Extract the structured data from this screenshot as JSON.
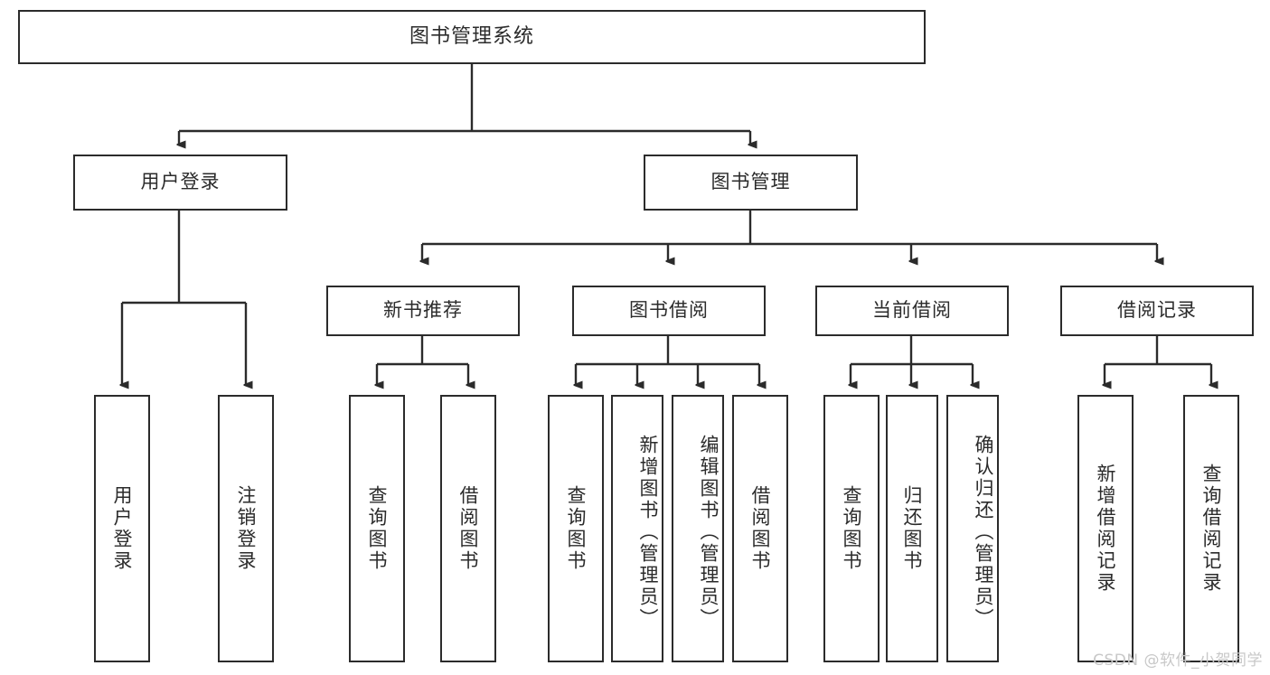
{
  "diagram": {
    "title": "图书管理系统",
    "type": "tree",
    "theme": {
      "background": "#ffffff",
      "node_fill": "#ffffff",
      "node_border": "#2b2b2b",
      "edge_color": "#2b2b2b",
      "text_color": "#2b2b2b",
      "watermark_color": "#c8c8c8"
    },
    "watermark": "CSDN @软件_小贺同学",
    "nodes": {
      "root": {
        "label": "图书管理系统",
        "orientation": "horizontal"
      },
      "level1": [
        {
          "id": "user-login",
          "label": "用户登录",
          "orientation": "horizontal"
        },
        {
          "id": "book-manage",
          "label": "图书管理",
          "orientation": "horizontal"
        }
      ],
      "level2": [
        {
          "id": "new-book-recommend",
          "label": "新书推荐",
          "orientation": "horizontal"
        },
        {
          "id": "book-borrow",
          "label": "图书借阅",
          "orientation": "horizontal"
        },
        {
          "id": "current-borrow",
          "label": "当前借阅",
          "orientation": "horizontal"
        },
        {
          "id": "borrow-record",
          "label": "借阅记录",
          "orientation": "horizontal"
        }
      ],
      "leaves": [
        {
          "id": "leaf-user-login",
          "label": "用户登录",
          "parent": "user-login",
          "orientation": "vertical"
        },
        {
          "id": "leaf-user-logout",
          "label": "注销登录",
          "parent": "user-login",
          "orientation": "vertical"
        },
        {
          "id": "leaf-query-book-1",
          "label": "查询图书",
          "parent": "new-book-recommend",
          "orientation": "vertical"
        },
        {
          "id": "leaf-borrow-book-1",
          "label": "借阅图书",
          "parent": "new-book-recommend",
          "orientation": "vertical"
        },
        {
          "id": "leaf-query-book-2",
          "label": "查询图书",
          "parent": "book-borrow",
          "orientation": "vertical"
        },
        {
          "id": "leaf-add-book",
          "label": "新增图书（管理员）",
          "parent": "book-borrow",
          "orientation": "vertical"
        },
        {
          "id": "leaf-edit-book",
          "label": "编辑图书（管理员）",
          "parent": "book-borrow",
          "orientation": "vertical"
        },
        {
          "id": "leaf-borrow-book-2",
          "label": "借阅图书",
          "parent": "book-borrow",
          "orientation": "vertical"
        },
        {
          "id": "leaf-query-book-3",
          "label": "查询图书",
          "parent": "current-borrow",
          "orientation": "vertical"
        },
        {
          "id": "leaf-return-book",
          "label": "归还图书",
          "parent": "current-borrow",
          "orientation": "vertical"
        },
        {
          "id": "leaf-confirm-return",
          "label": "确认归还（管理员）",
          "parent": "current-borrow",
          "orientation": "vertical"
        },
        {
          "id": "leaf-add-record",
          "label": "新增借阅记录",
          "parent": "borrow-record",
          "orientation": "vertical"
        },
        {
          "id": "leaf-query-record",
          "label": "查询借阅记录",
          "parent": "borrow-record",
          "orientation": "vertical"
        }
      ]
    }
  }
}
